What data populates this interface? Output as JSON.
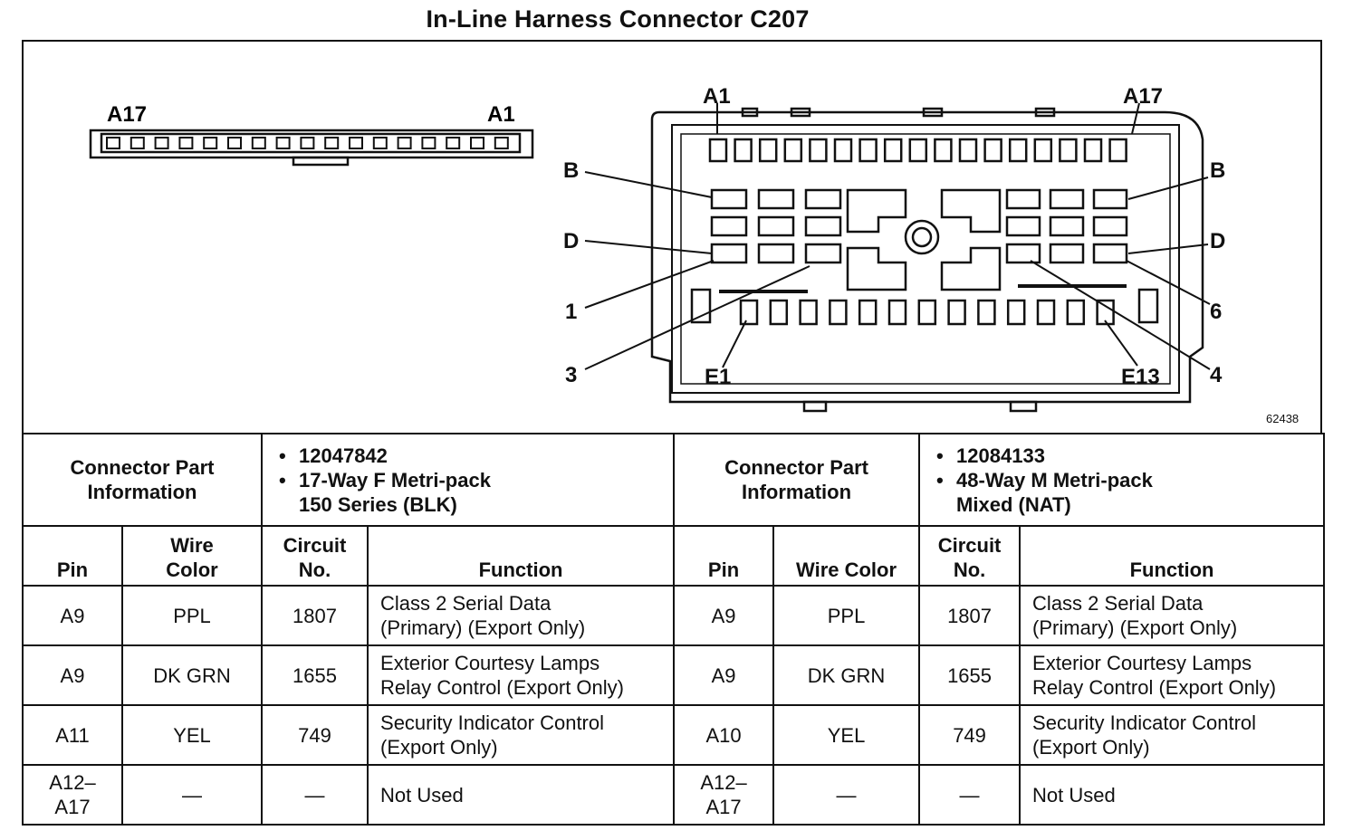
{
  "title": "In-Line Harness Connector C207",
  "figure_number": "62438",
  "left_connector": {
    "label_left": "A17",
    "label_right": "A1"
  },
  "right_connector": {
    "labels": {
      "a1": "A1",
      "a17": "A17",
      "b_left": "B",
      "b_right": "B",
      "d_left": "D",
      "d_right": "D",
      "pin1": "1",
      "pin3": "3",
      "pin4": "4",
      "pin6": "6",
      "e1": "E1",
      "e13": "E13"
    }
  },
  "table": {
    "left": {
      "part_info_label": "Connector Part Information",
      "part_number": "12047842",
      "part_desc_line1": "17-Way F Metri-pack",
      "part_desc_line2": "150 Series (BLK)",
      "headers": {
        "pin": "Pin",
        "wire_line1": "Wire",
        "wire_line2": "Color",
        "circuit_line1": "Circuit",
        "circuit_line2": "No.",
        "function": "Function"
      },
      "rows": [
        {
          "pin": "A9",
          "wire": "PPL",
          "circuit": "1807",
          "func1": "Class 2 Serial Data",
          "func2": "(Primary) (Export Only)"
        },
        {
          "pin": "A9",
          "wire": "DK GRN",
          "circuit": "1655",
          "func1": "Exterior Courtesy Lamps",
          "func2": "Relay Control (Export Only)"
        },
        {
          "pin": "A11",
          "wire": "YEL",
          "circuit": "749",
          "func1": "Security Indicator Control",
          "func2": "(Export Only)"
        },
        {
          "pin1": "A12–",
          "pin2": "A17",
          "wire": "—",
          "circuit": "—",
          "func1": "Not Used"
        }
      ]
    },
    "right": {
      "part_info_label": "Connector Part Information",
      "part_number": "12084133",
      "part_desc_line1": "48-Way M Metri-pack",
      "part_desc_line2": "Mixed (NAT)",
      "headers": {
        "pin": "Pin",
        "wire": "Wire Color",
        "circuit_line1": "Circuit",
        "circuit_line2": "No.",
        "function": "Function"
      },
      "rows": [
        {
          "pin": "A9",
          "wire": "PPL",
          "circuit": "1807",
          "func1": "Class 2 Serial Data",
          "func2": "(Primary) (Export Only)"
        },
        {
          "pin": "A9",
          "wire": "DK GRN",
          "circuit": "1655",
          "func1": "Exterior Courtesy Lamps",
          "func2": "Relay Control (Export Only)"
        },
        {
          "pin": "A10",
          "wire": "YEL",
          "circuit": "749",
          "func1": "Security Indicator Control",
          "func2": "(Export Only)"
        },
        {
          "pin1": "A12–",
          "pin2": "A17",
          "wire": "—",
          "circuit": "—",
          "func1": "Not Used"
        }
      ]
    }
  }
}
